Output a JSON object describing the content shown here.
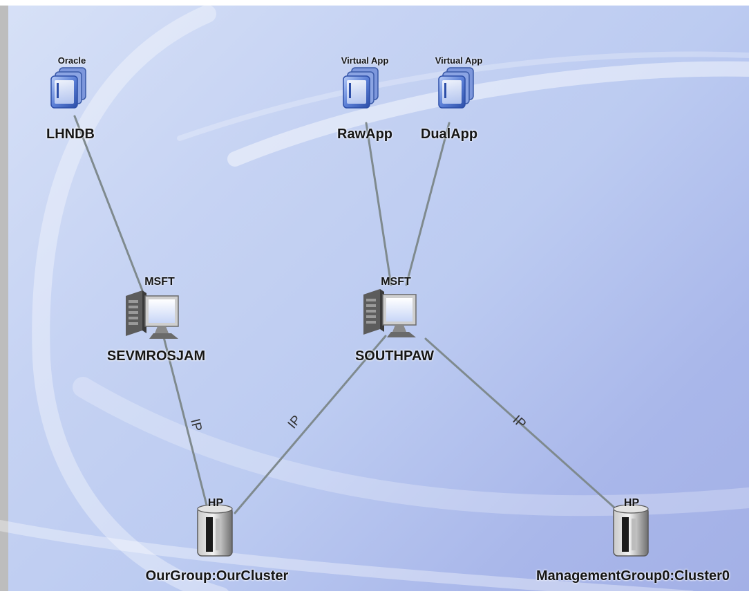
{
  "nodes": {
    "lhndb": {
      "label": "LHNDB",
      "badge": "Oracle",
      "icon": "app-stack-icon"
    },
    "rawapp": {
      "label": "RawApp",
      "badge": "Virtual App",
      "icon": "app-stack-icon"
    },
    "dualapp": {
      "label": "DualApp",
      "badge": "Virtual App",
      "icon": "app-stack-icon"
    },
    "sevmrosjam": {
      "label": "SEVMROSJAM",
      "badge": "MSFT",
      "icon": "server-workstation-icon"
    },
    "southpaw": {
      "label": "SOUTHPAW",
      "badge": "MSFT",
      "icon": "server-workstation-icon"
    },
    "ourcluster": {
      "label": "OurGroup:OurCluster",
      "badge": "HP",
      "icon": "storage-cluster-icon"
    },
    "mgmtcluster": {
      "label": "ManagementGroup0:Cluster0",
      "badge": "HP",
      "icon": "storage-cluster-icon"
    }
  },
  "edges": [
    {
      "from": "lhndb",
      "to": "sevmrosjam",
      "label": ""
    },
    {
      "from": "rawapp",
      "to": "southpaw",
      "label": ""
    },
    {
      "from": "dualapp",
      "to": "southpaw",
      "label": ""
    },
    {
      "from": "sevmrosjam",
      "to": "ourcluster",
      "label": "IP"
    },
    {
      "from": "southpaw",
      "to": "ourcluster",
      "label": "IP"
    },
    {
      "from": "southpaw",
      "to": "mgmtcluster",
      "label": "IP"
    }
  ],
  "colors": {
    "edge": "#7f8a8e",
    "background_start": "#d7e1f7",
    "background_end": "#a3b0e6",
    "app_icon": "#5b7fd6"
  }
}
